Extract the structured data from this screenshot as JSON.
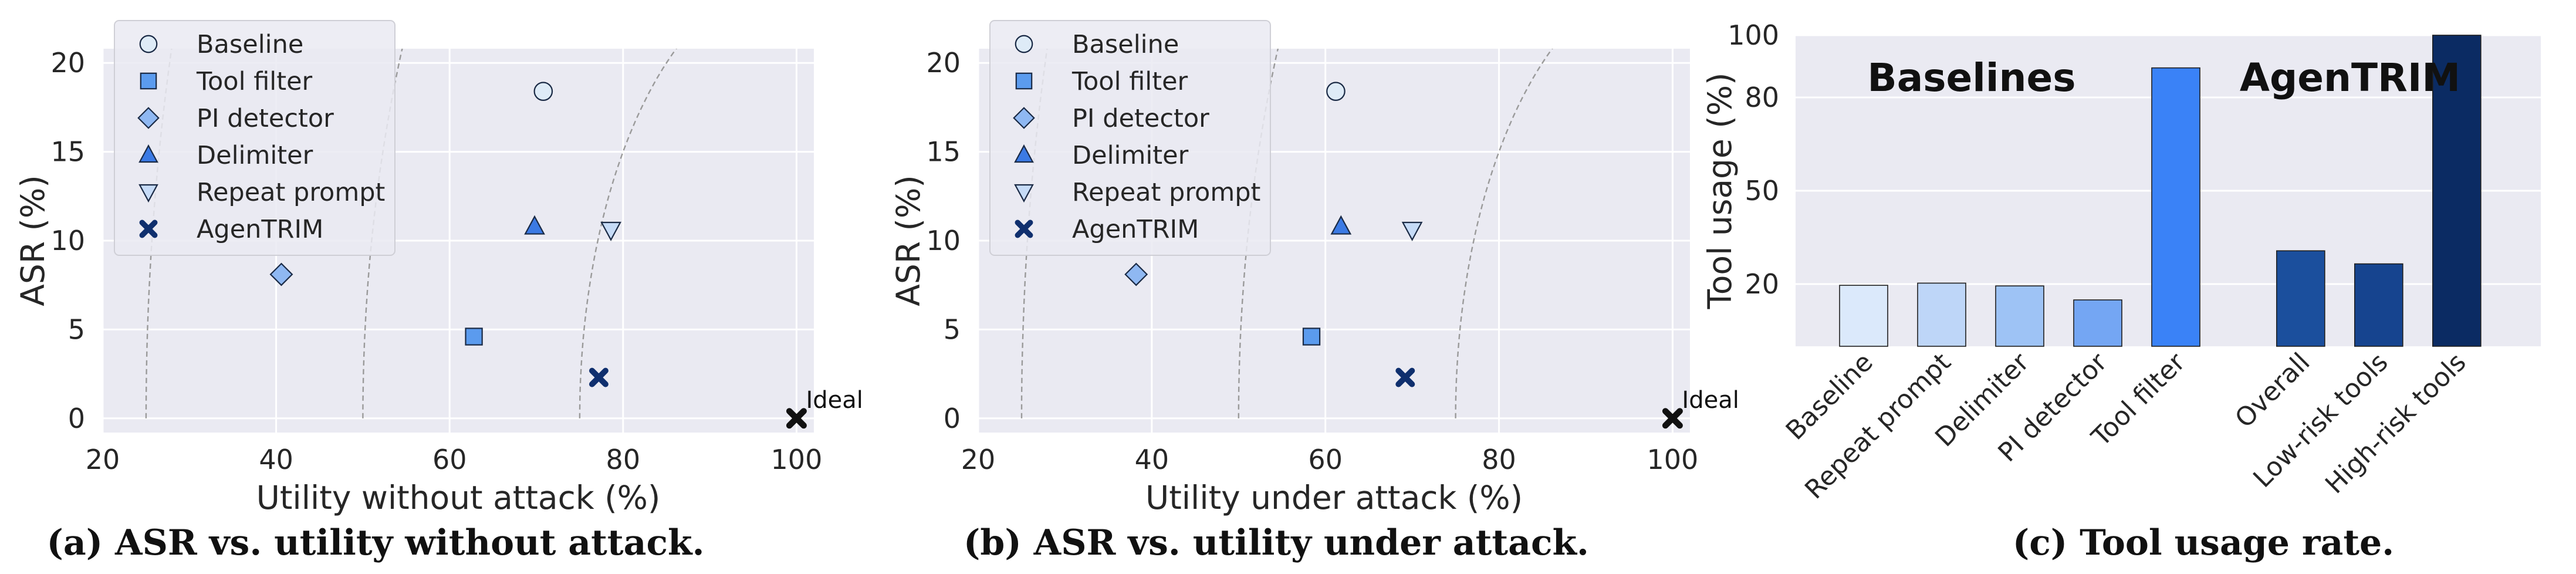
{
  "chart_data": [
    {
      "type": "scatter",
      "caption": "(a) ASR vs. utility without attack.",
      "xlabel": "Utility without attack (%)",
      "ylabel": "ASR (%)",
      "xlim": [
        20,
        102
      ],
      "ylim": [
        -0.8,
        20.8
      ],
      "xticks": [
        20,
        40,
        60,
        80,
        100
      ],
      "yticks": [
        0,
        5,
        10,
        15,
        20
      ],
      "grid": true,
      "legend_position": "top-left",
      "arcs_radius": [
        25,
        50,
        75
      ],
      "ideal": {
        "label": "Ideal",
        "x": 100,
        "y": 0
      },
      "series": [
        {
          "name": "Baseline",
          "marker": "circle",
          "color": "#deebf7",
          "x": 70.8,
          "y": 18.4
        },
        {
          "name": "Tool filter",
          "marker": "square",
          "color": "#5b9bee",
          "x": 62.8,
          "y": 4.6
        },
        {
          "name": "PI detector",
          "marker": "diamond",
          "color": "#8fb8f2",
          "x": 40.6,
          "y": 8.1
        },
        {
          "name": "Delimiter",
          "marker": "triangle-up",
          "color": "#3b7ae4",
          "x": 69.8,
          "y": 10.8
        },
        {
          "name": "Repeat prompt",
          "marker": "triangle-down",
          "color": "#c6dbf7",
          "x": 78.6,
          "y": 10.6
        },
        {
          "name": "AgenTRIM",
          "marker": "x-thick",
          "color": "#0f2f6e",
          "x": 77.2,
          "y": 2.3
        }
      ]
    },
    {
      "type": "scatter",
      "caption": "(b) ASR vs. utility under attack.",
      "xlabel": "Utility under attack (%)",
      "ylabel": "ASR (%)",
      "xlim": [
        20,
        102
      ],
      "ylim": [
        -0.8,
        20.8
      ],
      "xticks": [
        20,
        40,
        60,
        80,
        100
      ],
      "yticks": [
        0,
        5,
        10,
        15,
        20
      ],
      "grid": true,
      "legend_position": "top-left",
      "arcs_radius": [
        25,
        50,
        75
      ],
      "ideal": {
        "label": "Ideal",
        "x": 100,
        "y": 0
      },
      "series": [
        {
          "name": "Baseline",
          "marker": "circle",
          "color": "#deebf7",
          "x": 61.2,
          "y": 18.4
        },
        {
          "name": "Tool filter",
          "marker": "square",
          "color": "#5b9bee",
          "x": 58.4,
          "y": 4.6
        },
        {
          "name": "PI detector",
          "marker": "diamond",
          "color": "#8fb8f2",
          "x": 38.2,
          "y": 8.1
        },
        {
          "name": "Delimiter",
          "marker": "triangle-up",
          "color": "#3b7ae4",
          "x": 61.8,
          "y": 10.8
        },
        {
          "name": "Repeat prompt",
          "marker": "triangle-down",
          "color": "#c6dbf7",
          "x": 70.0,
          "y": 10.6
        },
        {
          "name": "AgenTRIM",
          "marker": "x-thick",
          "color": "#0f2f6e",
          "x": 69.2,
          "y": 2.3
        }
      ]
    },
    {
      "type": "bar",
      "caption": "(c) Tool usage rate.",
      "ylabel": "Tool usage (%)",
      "ylim": [
        0,
        100
      ],
      "yticks": [
        20,
        50,
        80,
        100
      ],
      "grid": true,
      "group_labels": [
        "Baselines",
        "AgenTRIM"
      ],
      "categories": [
        "Baseline",
        "Repeat prompt",
        "Delimiter",
        "PI detector",
        "Tool filter",
        "Overall",
        "Low-risk tools",
        "High-risk tools"
      ],
      "values": [
        19.6,
        20.3,
        19.4,
        14.9,
        89.5,
        30.7,
        26.5,
        100
      ],
      "colors": [
        "#dbe9fb",
        "#bed6f8",
        "#9ec3f5",
        "#74a6f3",
        "#3a82f7",
        "#1b4f9d",
        "#16448f",
        "#0b2b63"
      ]
    }
  ]
}
